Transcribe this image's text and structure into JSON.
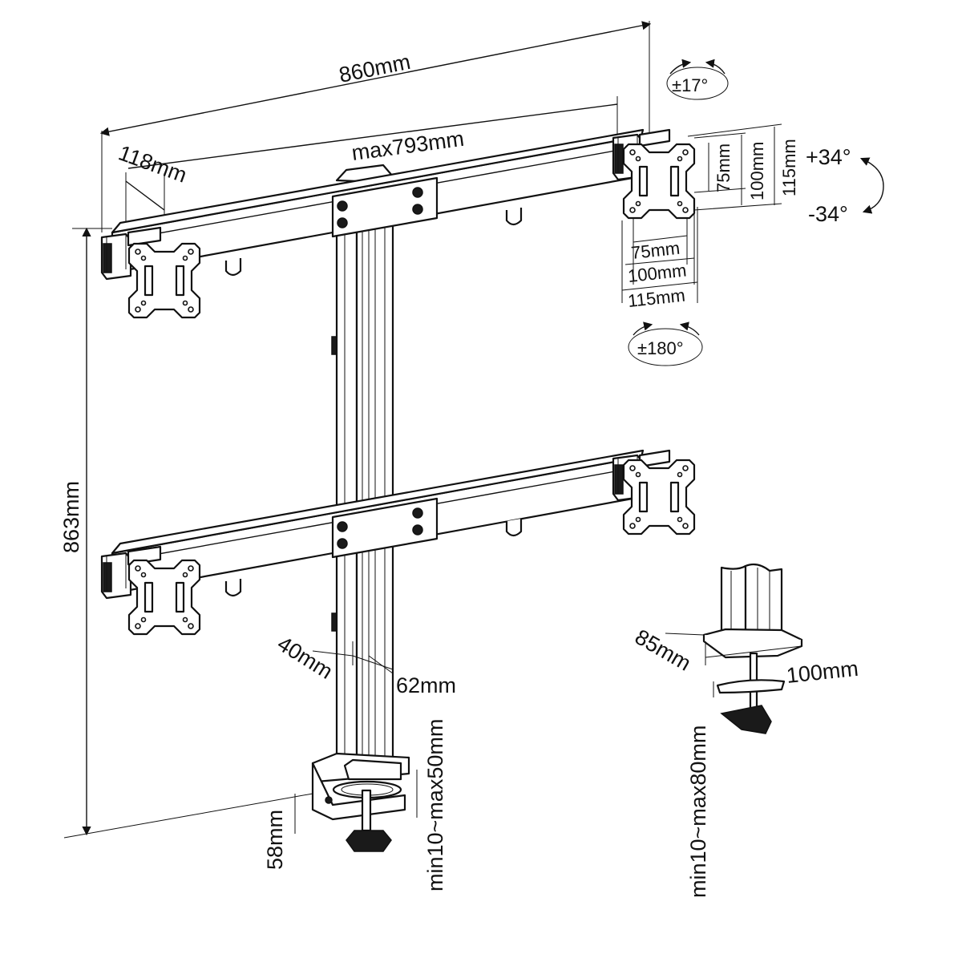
{
  "dimensions": {
    "overall_width": "860mm",
    "max_arm_width": "max793mm",
    "arm_offset": "118mm",
    "total_height": "863mm",
    "pole_depth": "40mm",
    "pole_width": "62mm",
    "clamp_thickness": "min10~max50mm",
    "clamp_height": "58mm",
    "grommet_depth": "85mm",
    "grommet_width": "100mm",
    "grommet_thickness": "min10~max80mm"
  },
  "vesa": {
    "width_75": "75mm",
    "width_100": "100mm",
    "width_115": "115mm",
    "height_75": "75mm",
    "height_100": "100mm",
    "height_115": "115mm"
  },
  "rotation": {
    "swivel": "±17°",
    "tilt_up": "+34°",
    "tilt_down": "-34°",
    "rotate": "±180°"
  }
}
